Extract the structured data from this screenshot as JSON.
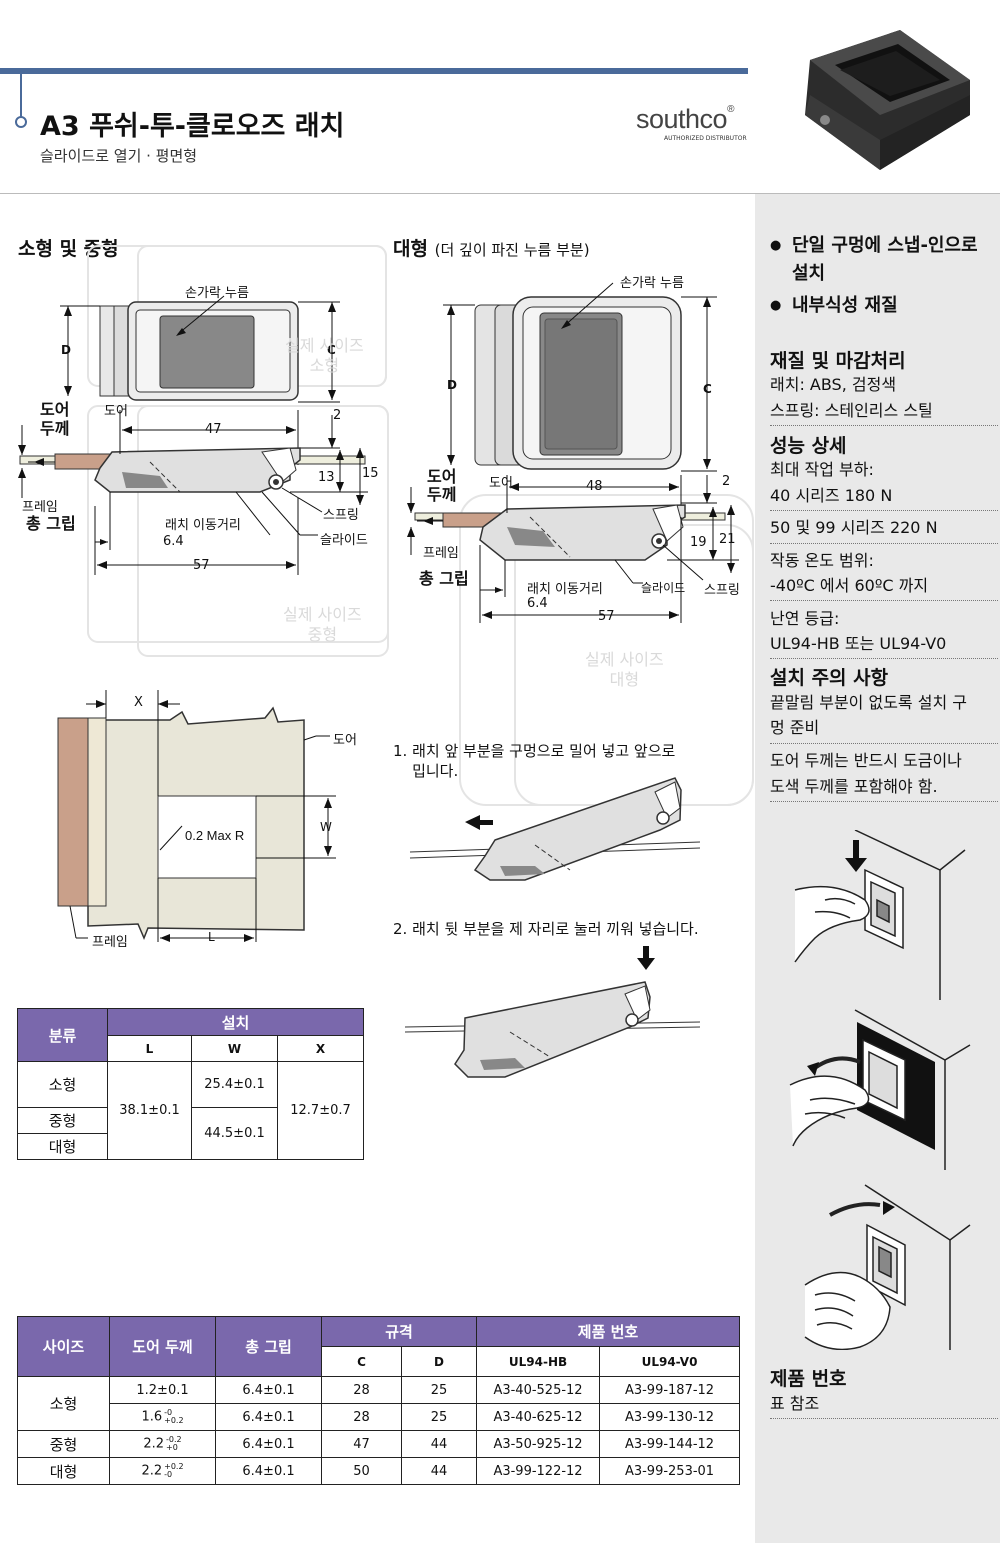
{
  "header": {
    "title": "A3 푸쉬-투-클로오즈 래치",
    "subtitle": "슬라이드로 열기 · 평면형",
    "logo": {
      "word": "southco",
      "registered": "®",
      "tagline": "AUTHORIZED DISTRIBUTOR"
    }
  },
  "sidebar": {
    "features": [
      "단일 구멍에 스냅-인으로 설치",
      "내부식성 재질"
    ],
    "material": {
      "heading": "재질 및 마감처리",
      "latch": "래치: ABS, 검정색",
      "spring": "스프링: 스테인리스 스틸"
    },
    "performance": {
      "heading": "성능 상세",
      "max_load_label": "최대 작업 부하:",
      "max_load_40": "40 시리즈 180 N",
      "max_load_50_99": "50 및 99 시리즈 220 N",
      "temp_label": "작동 온도 범위:",
      "temp_value": "-40ºC 에서 60ºC 까지",
      "flame_label": "난연 등급:",
      "flame_value": "UL94-HB 또는 UL94-V0"
    },
    "install_notes": {
      "heading": "설치 주의 사항",
      "note1_line1": "끝말림 부분이 없도록 설치 구",
      "note1_line2": "멍 준비",
      "note2_line1": "도어 두께는 반드시 도금이나",
      "note2_line2": "도색 두께를 포함해야 함."
    },
    "part_number": {
      "heading": "제품 번호",
      "text": "표 참조"
    }
  },
  "small_medium": {
    "heading": "소형 및 중형",
    "finger_press": "손가락 누름",
    "door": "도어",
    "door_thickness_1": "도어",
    "door_thickness_2": "두께",
    "frame": "프레임",
    "total_grip": "총 그립",
    "latch_travel": "래치 이동거리",
    "travel_value": "6.4",
    "spring": "스프링",
    "slide": "슬라이드",
    "dim_D": "D",
    "dim_C": "C",
    "dim_47": "47",
    "dim_2": "2",
    "dim_13": "13",
    "dim_15": "15",
    "dim_57": "57",
    "watermark_1": "실제 사이즈\n소형",
    "watermark_2": "실제 사이즈\n중형"
  },
  "large": {
    "heading": "대형",
    "heading_note": "(더 깊이 파진 누름 부분)",
    "finger_press": "손가락 누름",
    "door": "도어",
    "door_thickness_1": "도어",
    "door_thickness_2": "두께",
    "frame": "프레임",
    "total_grip": "총 그립",
    "latch_travel": "래치 이동거리",
    "travel_value": "6.4",
    "slide": "슬라이드",
    "spring": "스프링",
    "dim_D": "D",
    "dim_C": "C",
    "dim_48": "48",
    "dim_2": "2",
    "dim_19": "19",
    "dim_21": "21",
    "dim_57": "57",
    "watermark": "실제 사이즈\n대형"
  },
  "cutout": {
    "x": "X",
    "w": "W",
    "l": "L",
    "radius": "0.2 Max R",
    "door": "도어",
    "frame": "프레임"
  },
  "steps": {
    "step1": "1. 래치 앞 부분을 구멍으로 밀어 넣고 앞으로\n    밉니다.",
    "step2": "2. 래치 뒷 부분을 제 자리로 눌러 끼워 넣습니다."
  },
  "install_table": {
    "h_category": "분류",
    "h_install": "설치",
    "cols": [
      "L",
      "W",
      "X"
    ],
    "rows": [
      "소형",
      "중형",
      "대형"
    ],
    "L": "38.1±0.1",
    "W_small": "25.4±0.1",
    "W_medium_large": "44.5±0.1",
    "X": "12.7±0.7"
  },
  "spec_table": {
    "h_size": "사이즈",
    "h_door_thickness": "도어 두께",
    "h_total_grip": "총 그립",
    "h_spec": "규격",
    "h_part_no": "제품 번호",
    "h_C": "C",
    "h_D": "D",
    "h_hb": "UL94-HB",
    "h_v0": "UL94-V0",
    "rows": [
      {
        "size": "소형",
        "thickness": "1.2±0.1",
        "grip": "6.4±0.1",
        "C": "28",
        "D": "25",
        "hb": "A3-40-525-12",
        "v0": "A3-99-187-12"
      },
      {
        "size": "",
        "thickness": "1.6",
        "tol_up": "-0",
        "tol_down": "+0.2",
        "grip": "6.4±0.1",
        "C": "28",
        "D": "25",
        "hb": "A3-40-625-12",
        "v0": "A3-99-130-12"
      },
      {
        "size": "중형",
        "thickness": "2.2",
        "tol_up": "-0.2",
        "tol_down": "+0",
        "grip": "6.4±0.1",
        "C": "47",
        "D": "44",
        "hb": "A3-50-925-12",
        "v0": "A3-99-144-12"
      },
      {
        "size": "대형",
        "thickness": "2.2",
        "tol_up": "+0.2",
        "tol_down": "-0",
        "grip": "6.4±0.1",
        "C": "50",
        "D": "44",
        "hb": "A3-99-122-12",
        "v0": "A3-99-253-01"
      }
    ]
  },
  "colors": {
    "header_blue": "#4a6a9a",
    "table_header_purple": "#7a68ac",
    "sidebar_gray": "#e9e9e9",
    "frame_brown": "#c9a08a",
    "door_beige": "#e8e6d8"
  }
}
